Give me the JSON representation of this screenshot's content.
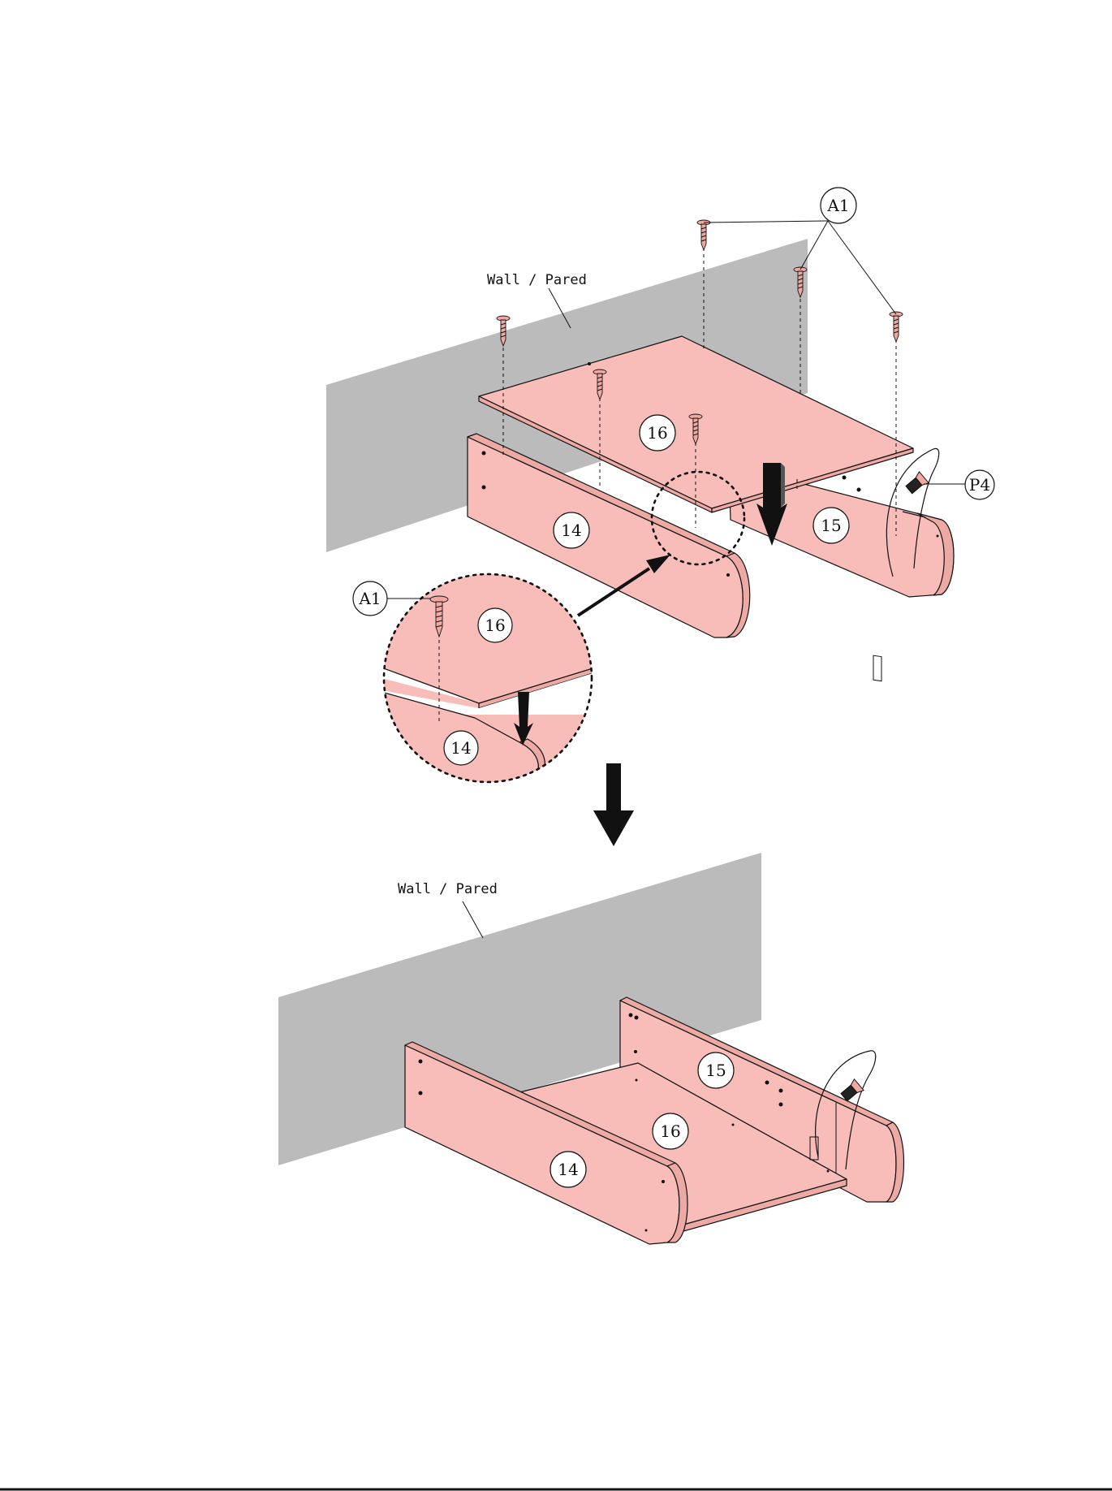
{
  "labels": {
    "wall_top": "Wall / Pared",
    "wall_bottom": "Wall / Pared"
  },
  "callouts": {
    "a1_top": "A1",
    "a1_detail": "A1",
    "p4": "P4",
    "part_16_top": "16",
    "part_14_top": "14",
    "part_15_top": "15",
    "part_16_detail": "16",
    "part_14_detail": "14",
    "part_15_bottom": "15",
    "part_16_bottom": "16",
    "part_14_bottom": "14"
  },
  "colors": {
    "panel": "#f8bdb8",
    "wall": "#bbbbbb",
    "line": "#111111"
  }
}
